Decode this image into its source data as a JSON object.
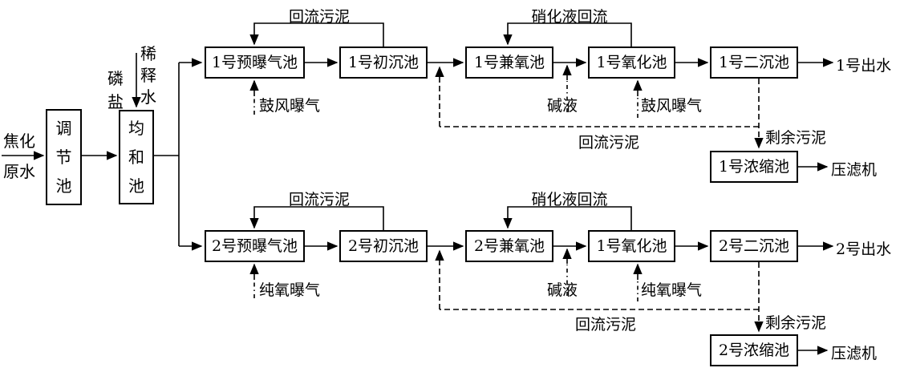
{
  "diagram": {
    "title_implied": "焦化废水处理工艺流程",
    "colors": {
      "line": "#000000",
      "background": "#ffffff",
      "box_fill": "#ffffff"
    },
    "influent": {
      "line1": "焦化",
      "line2": "原水"
    },
    "equalization_tank": "调节池",
    "mixing_tank": "均和池",
    "phosphate_label": "磷盐",
    "dilution_water_label": "稀释水",
    "train1": {
      "pre_aeration_tank": "1号预曝气池",
      "primary_clarifier": "1号初沉池",
      "anoxic_tank": "1号兼氧池",
      "oxidation_tank": "1号氧化池",
      "secondary_clarifier": "1号二沉池",
      "effluent": "1号出水",
      "sludge_return_top": "回流污泥",
      "nitrified_liquor_return": "硝化液回流",
      "pre_aeration_feed": "鼓风曝气",
      "alkali_feed": "碱液",
      "oxidation_feed": "鼓风曝气",
      "sludge_return_bottom": "回流污泥",
      "surplus_sludge": "剩余污泥",
      "thickener": "1号浓缩池",
      "filter_press": "压滤机"
    },
    "train2": {
      "pre_aeration_tank": "2号预曝气池",
      "primary_clarifier": "2号初沉池",
      "anoxic_tank": "2号兼氧池",
      "oxidation_tank": "1号氧化池",
      "secondary_clarifier": "2号二沉池",
      "effluent": "2号出水",
      "sludge_return_top": "回流污泥",
      "nitrified_liquor_return": "硝化液回流",
      "pre_aeration_feed": "纯氧曝气",
      "alkali_feed": "碱液",
      "oxidation_feed": "纯氧曝气",
      "sludge_return_bottom": "回流污泥",
      "surplus_sludge": "剩余污泥",
      "thickener": "2号浓缩池",
      "filter_press": "压滤机"
    }
  }
}
